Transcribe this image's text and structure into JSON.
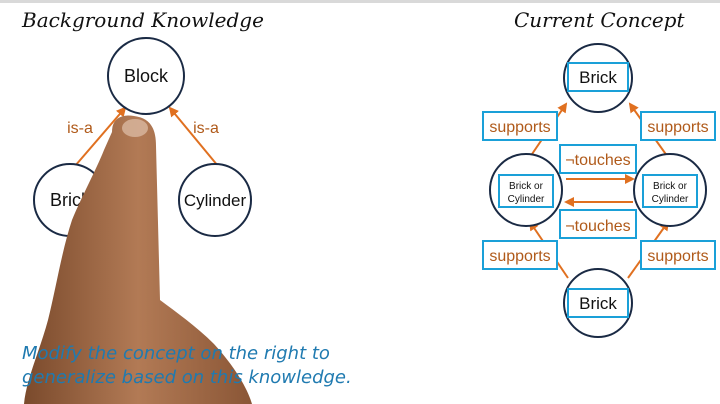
{
  "headings": {
    "left": "Background Knowledge",
    "right": "Current Concept"
  },
  "background": {
    "nodes": {
      "block": "Block",
      "brick": "Brick",
      "cylinder": "Cylinder"
    },
    "edges": {
      "left": "is-a",
      "right": "is-a"
    }
  },
  "concept": {
    "top_node": "Brick",
    "bottom_node": "Brick",
    "left_node": [
      "Brick or",
      "Cylinder"
    ],
    "right_node": [
      "Brick or",
      "Cylinder"
    ],
    "upper_left_edge": "supports",
    "upper_right_edge": "supports",
    "lower_left_edge": "supports",
    "lower_right_edge": "supports",
    "upper_middle_edge": "¬touches",
    "lower_middle_edge": "¬touches"
  },
  "caption": {
    "line1": "Modify the concept on the right to",
    "line2": "generalize based on this knowledge."
  },
  "colors": {
    "arrow": "#e07020",
    "label_text": "#b05a1a",
    "box_border": "#1aa0d8",
    "box_text": "#1a6aa0",
    "caption": "#1f7ab0"
  }
}
